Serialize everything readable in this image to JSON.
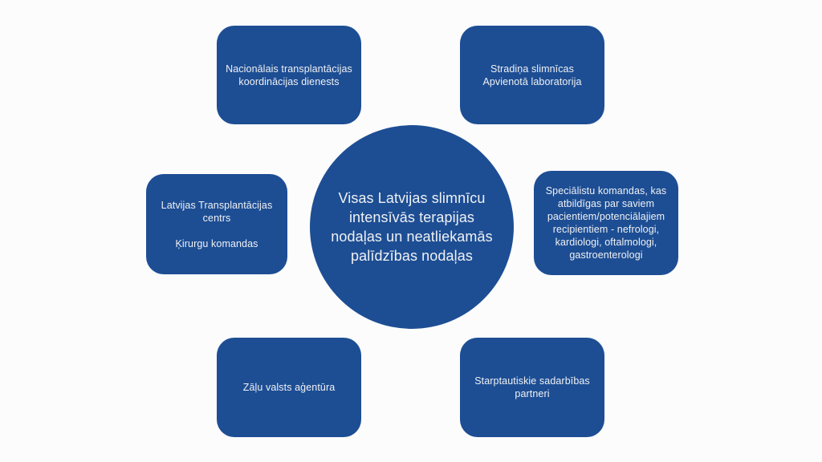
{
  "colors": {
    "background": "#fcfcfc",
    "node_fill": "#1d4e94",
    "node_text": "#f0f1f3"
  },
  "center": {
    "label": "Visas Latvijas slimnīcu\nintensīvās terapijas\nnodaļas un neatliekamās\npalīdzības nodaļas"
  },
  "nodes": {
    "top_left": {
      "label": "Nacionālais transplantācijas\nkoordinācijas dienests"
    },
    "top_right": {
      "label": "Stradiņa slimnīcas\nApvienotā laboratorija"
    },
    "mid_left": {
      "label": "Latvijas Transplantācijas\ncentrs\n\nĶirurgu komandas"
    },
    "mid_right": {
      "label": "Speciālistu komandas, kas\natbildīgas par saviem\npacientiem/potenciālajiem\nrecipientiem - nefrologi,\nkardiologi, oftalmologi,\ngastroenterologi"
    },
    "bottom_left": {
      "label": "Zāļu valsts aģentūra"
    },
    "bottom_right": {
      "label": "Starptautiskie sadarbības\npartneri"
    }
  }
}
